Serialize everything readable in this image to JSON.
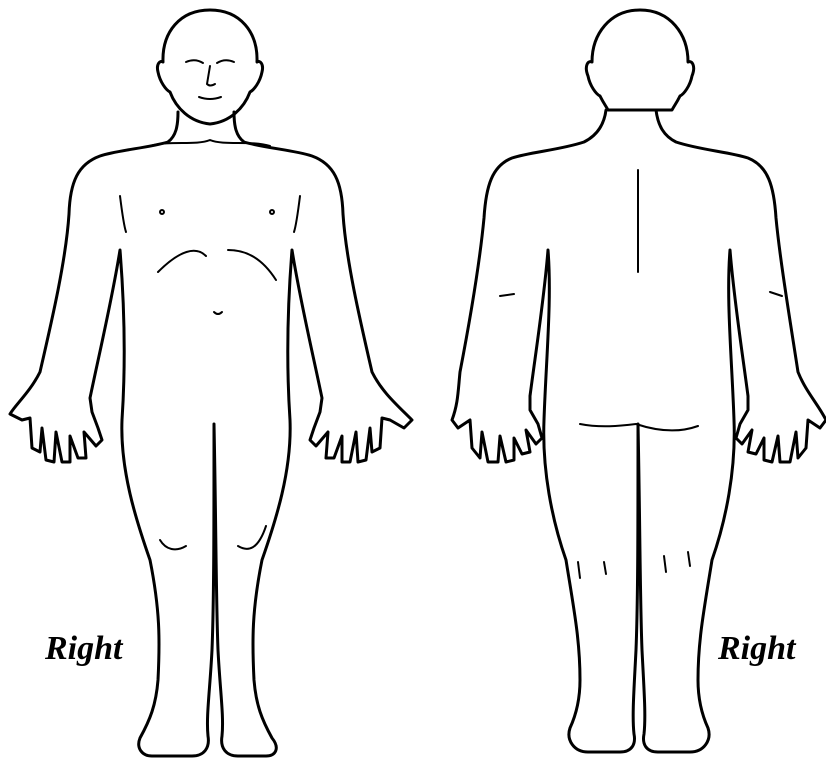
{
  "labels": {
    "front_side": "Right",
    "back_side": "Right"
  },
  "figures": [
    {
      "name": "front-view",
      "view": "anterior"
    },
    {
      "name": "back-view",
      "view": "posterior"
    }
  ],
  "colors": {
    "line": "#000000",
    "background": "#ffffff"
  }
}
